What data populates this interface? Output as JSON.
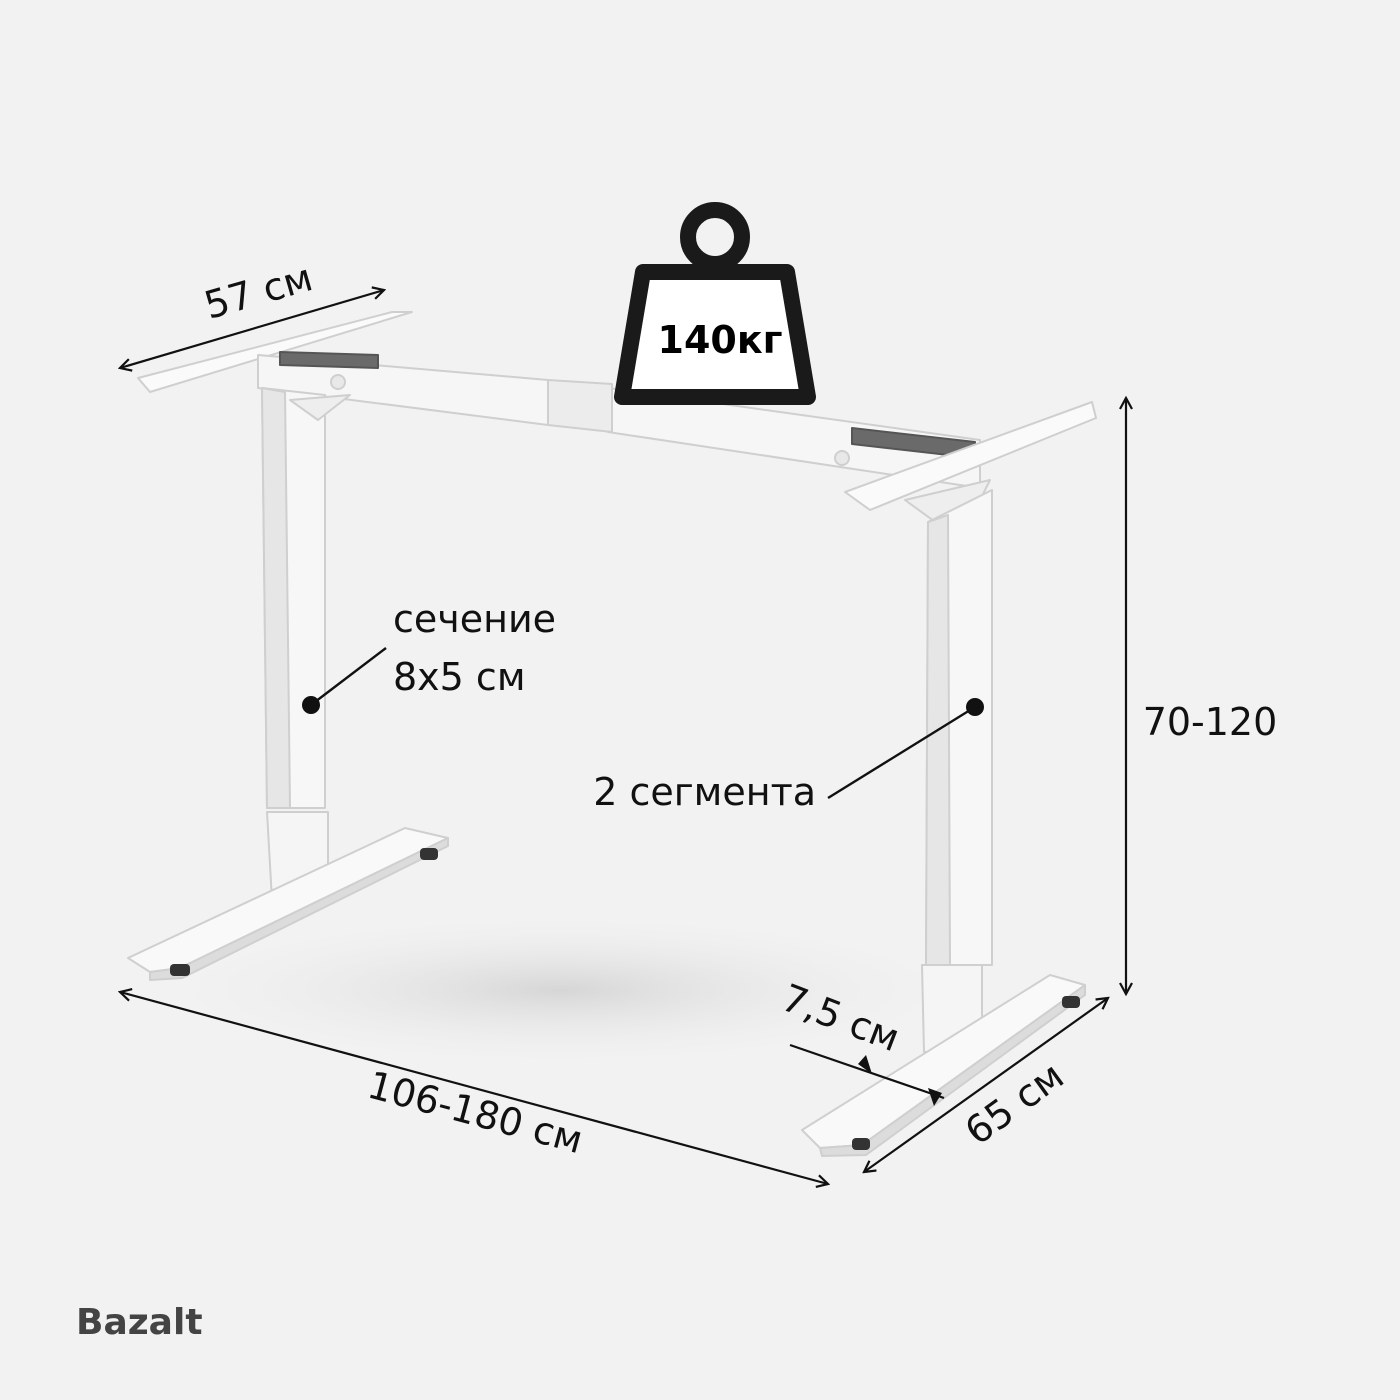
{
  "weight": {
    "label": "140кг"
  },
  "dimensions": {
    "top_width": "57 см",
    "height": "70-120",
    "length": "106-180 см",
    "foot_depth": "65 см",
    "foot_width": "7,5 см"
  },
  "callouts": {
    "section_line1": "сечение",
    "section_line2": "8х5 см",
    "segments": "2 сегмента"
  },
  "brand": "Bazalt",
  "colors": {
    "background": "#f2f2f2",
    "frame": "#f7f7f7",
    "frame_shade": "#dedede",
    "ink": "#111111",
    "brand": "#444444"
  }
}
